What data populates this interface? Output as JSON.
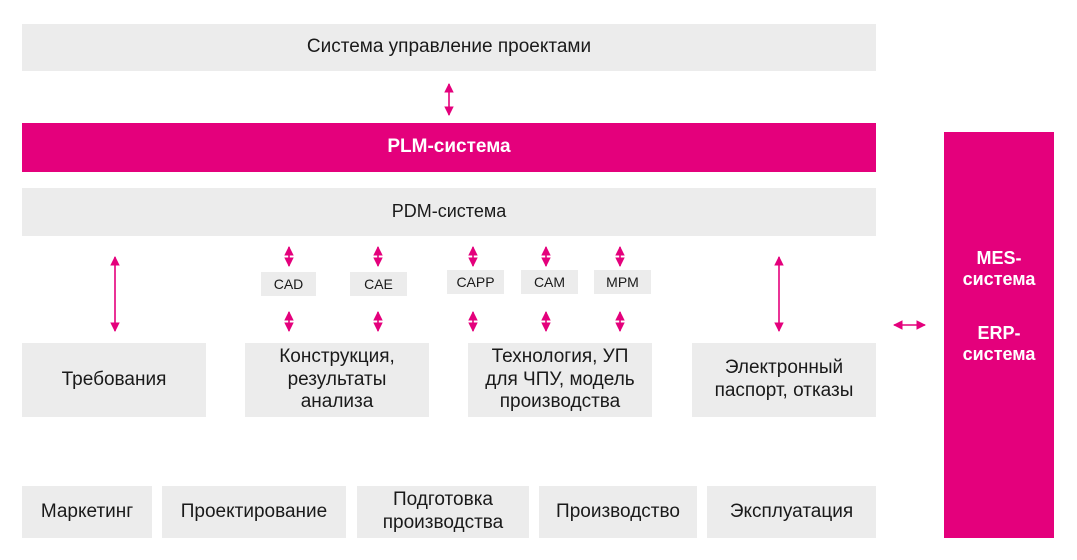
{
  "top": {
    "project_system": "Система управление проектами"
  },
  "plm": {
    "label": "PLM-система"
  },
  "pdm": {
    "label": "PDM-система"
  },
  "tools": {
    "cad": "CAD",
    "cae": "CAE",
    "capp": "CAPP",
    "cam": "CAM",
    "mpm": "MPM"
  },
  "stages": {
    "requirements": "Требования",
    "design": "Конструкция, результаты анализа",
    "technology": "Технология, УП для ЧПУ, модель производства",
    "passport": "Электронный паспорт, отказы"
  },
  "lifecycle": {
    "marketing": "Маркетинг",
    "design": "Проектирование",
    "prep": "Подготовка производства",
    "production": "Производство",
    "operation": "Эксплуатация"
  },
  "side": {
    "mes": "MES-система",
    "erp": "ERP-система"
  },
  "colors": {
    "accent": "#e4007c",
    "box": "#ececec",
    "text": "#1a1a1a"
  }
}
